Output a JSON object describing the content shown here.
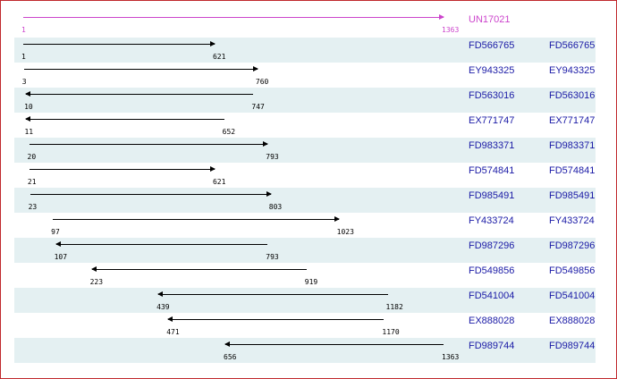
{
  "reference": {
    "accession": "UN17021",
    "start": 1,
    "end": 1363,
    "color": "#cc44cc"
  },
  "colors": {
    "alignment_line": "#000000",
    "accession_text": "#1a1aa6",
    "row_shade": "#e4f0f2",
    "frame_border": "#c0282d"
  },
  "alignments": [
    {
      "accession": "FD566765",
      "accession_right": "FD566765",
      "start": 1,
      "end": 621,
      "direction": "forward"
    },
    {
      "accession": "EY943325",
      "accession_right": "EY943325",
      "start": 3,
      "end": 760,
      "direction": "forward"
    },
    {
      "accession": "FD563016",
      "accession_right": "FD563016",
      "start": 10,
      "end": 747,
      "direction": "reverse"
    },
    {
      "accession": "EX771747",
      "accession_right": "EX771747",
      "start": 11,
      "end": 652,
      "direction": "reverse"
    },
    {
      "accession": "FD983371",
      "accession_right": "FD983371",
      "start": 20,
      "end": 793,
      "direction": "forward"
    },
    {
      "accession": "FD574841",
      "accession_right": "FD574841",
      "start": 21,
      "end": 621,
      "direction": "forward"
    },
    {
      "accession": "FD985491",
      "accession_right": "FD985491",
      "start": 23,
      "end": 803,
      "direction": "forward"
    },
    {
      "accession": "FY433724",
      "accession_right": "FY433724",
      "start": 97,
      "end": 1023,
      "direction": "forward"
    },
    {
      "accession": "FD987296",
      "accession_right": "FD987296",
      "start": 107,
      "end": 793,
      "direction": "reverse"
    },
    {
      "accession": "FD549856",
      "accession_right": "FD549856",
      "start": 223,
      "end": 919,
      "direction": "reverse"
    },
    {
      "accession": "FD541004",
      "accession_right": "FD541004",
      "start": 439,
      "end": 1182,
      "direction": "reverse"
    },
    {
      "accession": "EX888028",
      "accession_right": "EX888028",
      "start": 471,
      "end": 1170,
      "direction": "reverse"
    },
    {
      "accession": "FD989744",
      "accession_right": "FD989744",
      "start": 656,
      "end": 1363,
      "direction": "reverse"
    }
  ]
}
